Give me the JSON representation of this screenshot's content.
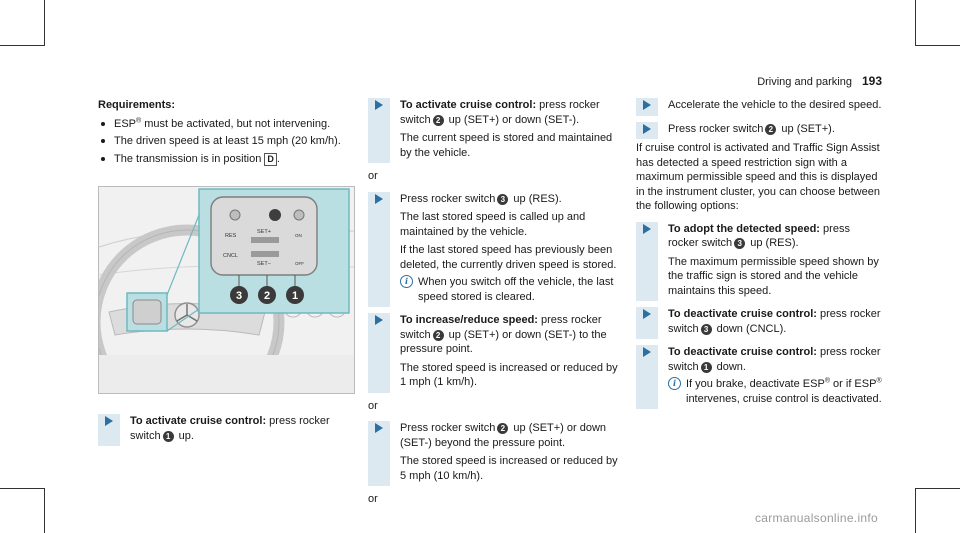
{
  "header": {
    "section": "Driving and parking",
    "page": "193"
  },
  "col1": {
    "requirements_title": "Requirements:",
    "req1_pre": "ESP",
    "req1_sup": "®",
    "req1_post": " must be activated, but not intervening.",
    "req2": "The driven speed is at least 15 mph (20 km/h).",
    "req3_pre": "The transmission is in position",
    "req3_gear": "D",
    "req3_post": ".",
    "step1_title": "To activate cruise control:",
    "step1_a": " press rocker switch",
    "step1_num": "1",
    "step1_b": " up."
  },
  "figure": {
    "callouts": [
      "3",
      "2",
      "1"
    ],
    "labels": {
      "res": "RES",
      "set_plus": "SET+",
      "cncl": "CNCL",
      "set_minus": "SET−",
      "on": "ON",
      "off": "OFF"
    }
  },
  "col2": {
    "s1_title": "To activate cruise control:",
    "s1_a": " press rocker switch",
    "s1_num": "2",
    "s1_b": " up (SET+) or down (SET-).",
    "s1_p2": "The current speed is stored and maintained by the vehicle.",
    "or1": "or",
    "s2_a": "Press rocker switch",
    "s2_num": "3",
    "s2_b": " up (RES).",
    "s2_p2": "The last stored speed is called up and maintained by the vehicle.",
    "s2_p3": "If the last stored speed has previously been deleted, the currently driven speed is stored.",
    "s2_note": "When you switch off the vehicle, the last speed stored is cleared.",
    "s3_title": "To increase/reduce speed:",
    "s3_a": " press rocker switch",
    "s3_num": "2",
    "s3_b": " up (SET+) or down (SET-) to the pressure point.",
    "s3_p2": "The stored speed is increased or reduced by 1 mph (1 km/h).",
    "or2": "or",
    "s4_a": "Press rocker switch",
    "s4_num": "2",
    "s4_b": " up (SET+) or down (SET-) beyond the pressure point.",
    "s4_p2": "The stored speed is increased or reduced by 5 mph (10 km/h).",
    "or3": "or"
  },
  "col3": {
    "s1": "Accelerate the vehicle to the desired speed.",
    "s2_a": "Press rocker switch",
    "s2_num": "2",
    "s2_b": " up (SET+).",
    "para": "If cruise control is activated and Traffic Sign Assist has detected a speed restriction sign with a maximum permissible speed and this is displayed in the instrument cluster, you can choose between the following options:",
    "s3_title": "To adopt the detected speed:",
    "s3_a": " press rocker switch",
    "s3_num": "3",
    "s3_b": " up (RES).",
    "s3_p2": "The maximum permissible speed shown by the traffic sign is stored and the vehicle maintains this speed.",
    "s4_title": "To deactivate cruise control:",
    "s4_a": " press rocker switch",
    "s4_num": "3",
    "s4_b": " down (CNCL).",
    "s5_title": "To deactivate cruise control:",
    "s5_a": " press rocker switch",
    "s5_num": "1",
    "s5_b": " down.",
    "note_a": "If you brake, deactivate ESP",
    "note_sup1": "®",
    "note_b": " or if ESP",
    "note_sup2": "®",
    "note_c": " intervenes, cruise control is deactivated."
  },
  "footer": {
    "watermark": "carmanualsonline.info"
  }
}
